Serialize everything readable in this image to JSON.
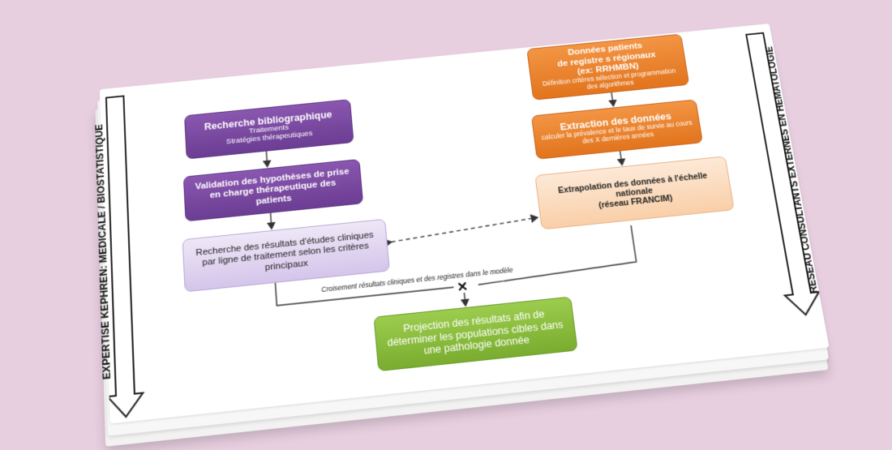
{
  "colors": {
    "background": "#e8cfe0",
    "purple": "#7a4aa3",
    "lilac": "#ddd0ef",
    "orange": "#ec8430",
    "peach": "#fbdcc0",
    "green": "#86b83a"
  },
  "diagram": {
    "side_left": "EXPERTISE KEPHREN: MEDICALE / BIOSTATISTIQUE",
    "side_right": "RESEAU CONSULTANTS EXTERNES EN HEMATOLOGIE",
    "recherche": {
      "title": "Recherche bibliographique",
      "line1": "Traitements",
      "line2": "Stratégies thérapeutiques"
    },
    "validation": {
      "title": "Validation des hypothèses de prise en charge thérapeutique des patients"
    },
    "resultats": {
      "text": "Recherche des résultats d'études cliniques par ligne de traitement selon les critères principaux"
    },
    "donnees": {
      "title1": "Données patients",
      "title2": "de registre s régionaux",
      "title3": "(ex: RRHMBN)",
      "sub": "Définition critères sélection et programmation des algorithmes"
    },
    "extraction": {
      "title": "Extraction des données",
      "sub": "calculer la prévalence et le taux de survie au cours des X dernières années"
    },
    "extrapolation": {
      "title": "Extrapolation des données à l'échelle nationale",
      "sub": "(réseau FRANCIM)"
    },
    "croisement": "Croisement résultats cliniques et des registres dans le modèle",
    "cross_mark": "✕",
    "projection": {
      "text": "Projection des résultats afin de déterminer les populations cibles dans une pathologie donnée"
    }
  }
}
